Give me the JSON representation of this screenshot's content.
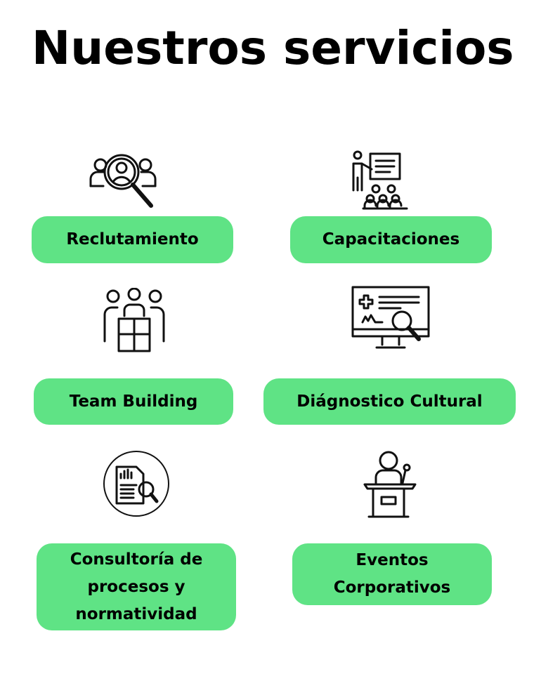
{
  "title": "Nuestros servicios",
  "services": [
    {
      "label": "Reclutamiento",
      "icon": "recruitment-search-icon"
    },
    {
      "label": "Capacitaciones",
      "icon": "training-presentation-icon"
    },
    {
      "label": "Team Building",
      "icon": "team-puzzle-icon"
    },
    {
      "label": "Diágnostico Cultural",
      "icon": "monitor-diagnostic-icon"
    },
    {
      "label": "Consultoría de procesos y normatividad",
      "icon": "document-analysis-icon"
    },
    {
      "label": "Eventos Corporativos",
      "icon": "speaker-podium-icon"
    }
  ],
  "colors": {
    "accent": "#5fe385",
    "text": "#000000"
  }
}
